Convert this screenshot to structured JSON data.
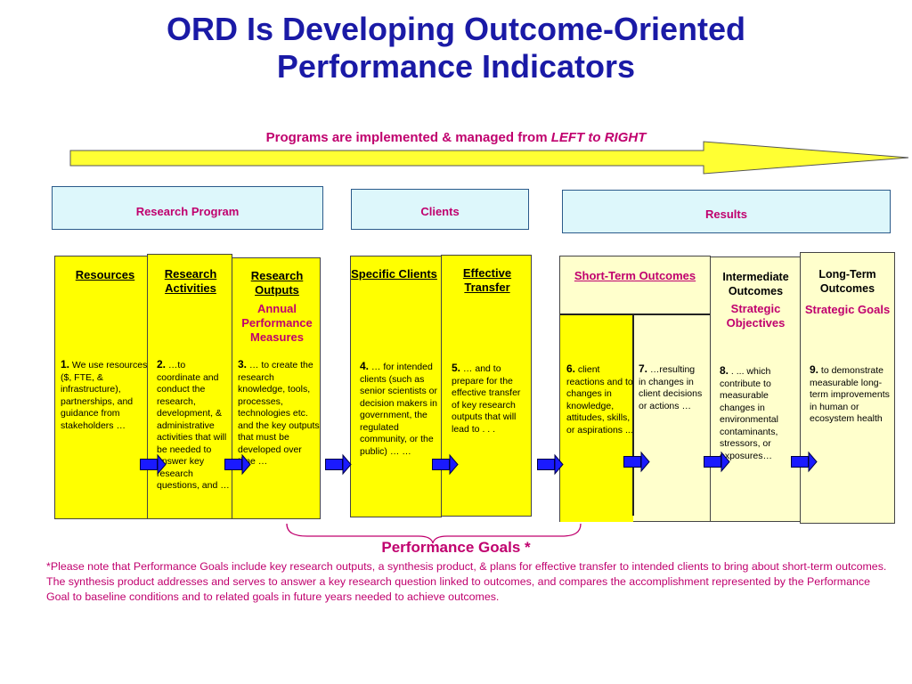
{
  "title": {
    "line1": "ORD Is Developing Outcome-Oriented",
    "line2": "Performance Indicators"
  },
  "direction": {
    "text": "Programs are implemented & managed from ",
    "emphasis": "LEFT to RIGHT"
  },
  "headers": {
    "research_program": "Research Program",
    "clients": "Clients",
    "results": "Results"
  },
  "columns": {
    "resources": {
      "title": "Resources",
      "num": "1.",
      "text": " We use resources ($, FTE, & infrastructure), partnerships, and guidance from stakeholders …"
    },
    "activities": {
      "title": "Research Activities",
      "num": "2.",
      "text": " …to coordinate and conduct the research, development, & administrative activities that will be needed to answer key research questions, and …"
    },
    "outputs": {
      "title": "Research Outputs",
      "subtitle": "Annual Performance Measures",
      "num": "3.",
      "text": " … to create the research knowledge, tools, processes, technologies etc. and the key outputs that must be developed over time …"
    },
    "specific_clients": {
      "title": "Specific Clients",
      "num": "4.",
      "text": " … for intended clients (such as senior scientists or decision makers in government, the regulated community, or the public) … …"
    },
    "effective_transfer": {
      "title": "Effective Transfer",
      "num": "5.",
      "text": " … and to prepare for the effective transfer of key research outputs that will lead to . . ."
    },
    "short_term": {
      "title": "Short-Term Outcomes",
      "num6": "6.",
      "text6": " client reactions and to changes in knowledge, attitudes, skills, or aspirations ...",
      "num7": "7.",
      "text7": " …resulting in changes in client decisions or actions …"
    },
    "intermediate": {
      "title": "Intermediate Outcomes",
      "subtitle": "Strategic Objectives",
      "num": "8.",
      "text": " . ... which contribute to measurable changes in environmental contaminants, stressors, or exposures…"
    },
    "long_term": {
      "title": "Long-Term Outcomes",
      "subtitle": "Strategic Goals",
      "num": "9.",
      "text": " to demonstrate measurable long-term improvements in human or ecosystem health"
    }
  },
  "performance_goals": {
    "title": "Performance Goals *",
    "note": "*Please note that Performance Goals include key research outputs, a synthesis product, & plans for effective transfer to intended clients to bring about short-term outcomes. The synthesis product addresses and serves to answer a key research question linked to outcomes, and compares the accomplishment represented by the Performance Goal to baseline conditions and to related goals in future years needed to achieve outcomes."
  },
  "colors": {
    "title": "#1a1aa6",
    "accent": "#c0006e",
    "yellow": "#ffff00",
    "pale_yellow": "#ffffcc",
    "header_fill": "#ddf7fb",
    "arrow_fill": "#1a1aff"
  },
  "icons": {
    "direction_arrow": "right-arrow-icon",
    "flow_arrows": "right-arrow-icon"
  }
}
